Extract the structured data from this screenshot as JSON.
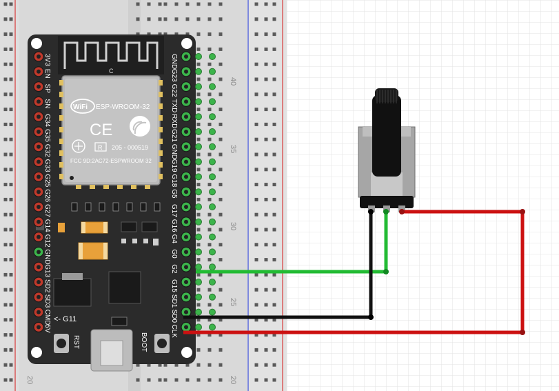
{
  "breadboard": {
    "row_numbers": [
      "40",
      "35",
      "30",
      "25",
      "20"
    ],
    "colors": {
      "board": "#dcdcdc",
      "rail_red": "#d83a3a",
      "rail_blue": "#3a4bd8"
    }
  },
  "esp32": {
    "module_name": "ESP-WROOM-32",
    "wifi_badge": "WiFi",
    "ce_mark": "CE",
    "r_mark": "R",
    "cert_number": "205 - 000519",
    "fcc_id": "FCC 9D:2AC72-ESPWROOM 32",
    "antenna_label": "C",
    "rst_label": "RST",
    "boot_label": "BOOT",
    "g11_label": "<- G11",
    "left_pins": [
      "3V3",
      "EN",
      "SP",
      "SN",
      "G34",
      "G35",
      "G32",
      "G33",
      "G25",
      "G26",
      "G27",
      "G14",
      "G12",
      "GND",
      "G13",
      "SD2",
      "SD3",
      "CMD",
      "5V"
    ],
    "right_pins": [
      "GND",
      "G23",
      "G22",
      "TXD",
      "RXD",
      "G21",
      "GND",
      "G19",
      "G18",
      "G5",
      "G17",
      "G16",
      "G4",
      "G0",
      "G2",
      "G15",
      "SD1",
      "SD0",
      "CLK"
    ],
    "colors": {
      "board": "#2b2b2b",
      "header_red": "#c0392b",
      "header_green": "#3cb44b"
    }
  },
  "potentiometer": {
    "colors": {
      "body": "#9a9a9a",
      "knob": "#111111"
    }
  },
  "wires": {
    "colors": {
      "green": "#22bb33",
      "black": "#111111",
      "red": "#cc1111"
    }
  }
}
